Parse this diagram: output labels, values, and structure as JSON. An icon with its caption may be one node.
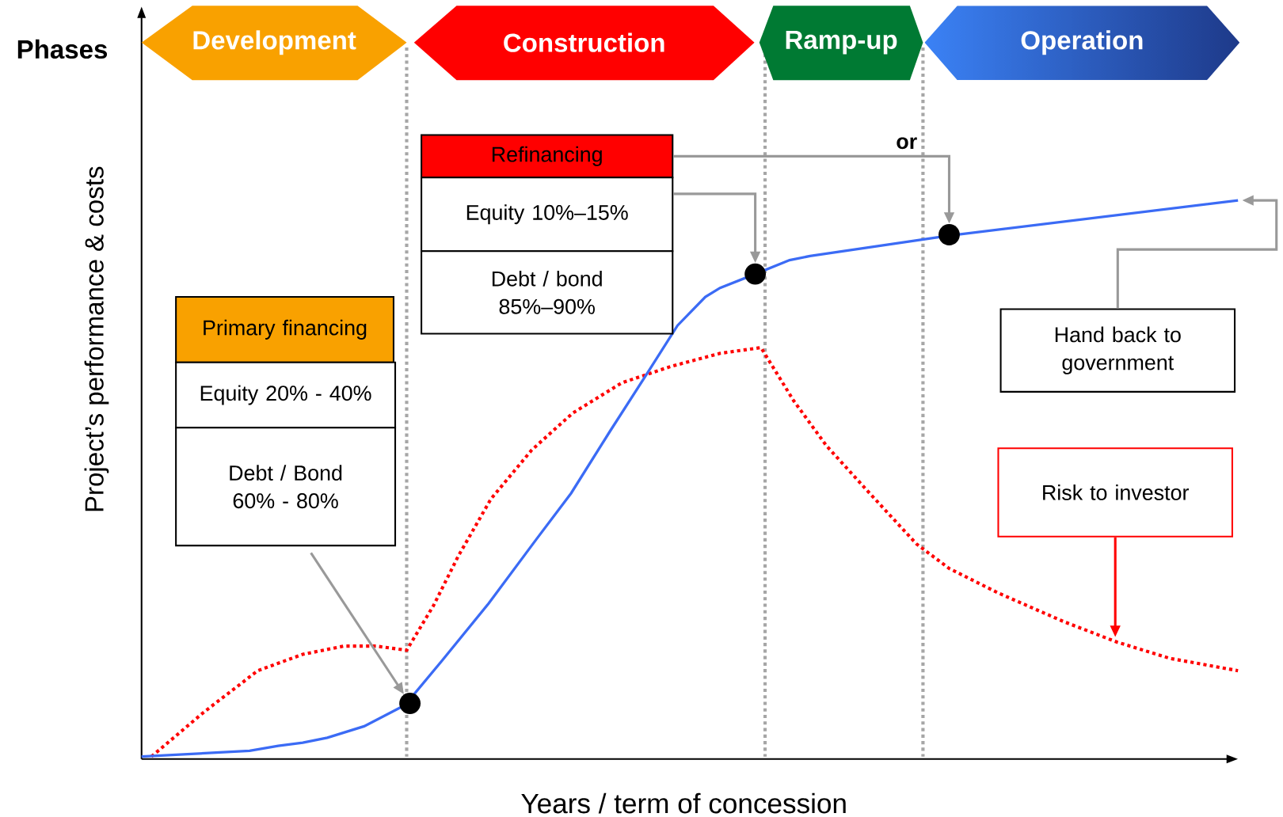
{
  "diagram": {
    "nodes": [
      {
        "text": [
          "Development"
        ]
      },
      {
        "text": [
          "Construction"
        ]
      },
      {
        "text": [
          "Ramp-up"
        ]
      },
      {
        "text": [
          "Operation"
        ]
      },
      {
        "text": [
          "Primary financing"
        ]
      },
      {
        "text": [
          "Equity 20% - 40%"
        ]
      },
      {
        "text": [
          "Debt / Bond 60% - 80%"
        ]
      },
      {
        "text": [
          "Refinancing"
        ]
      },
      {
        "text": [
          "Equity 10%–15%"
        ]
      },
      {
        "text": [
          "Debt / bond 85%–90%"
        ]
      },
      {
        "text": [
          "Hand back to government"
        ]
      },
      {
        "text": [
          "Risk to investor"
        ]
      },
      {
        "text": [],
        "shape": "circle"
      },
      {
        "text": [],
        "shape": "circle"
      },
      {
        "text": [],
        "shape": "circle"
      }
    ],
    "edges": [
      {
        "from": 6,
        "to": 12,
        "arrow": "to"
      },
      {
        "from": 8,
        "to": 13,
        "arrow": "to"
      },
      {
        "from": 7,
        "to": 14,
        "arrow": "to",
        "label": "or"
      },
      {
        "from": 10,
        "to": null,
        "arrow": "to"
      },
      {
        "from": 11,
        "to": null,
        "arrow": "to",
        "color": "#ff0000"
      }
    ],
    "labels": [
      "Phases",
      "Project’s performance & costs",
      "Years / term of concession"
    ]
  }
}
